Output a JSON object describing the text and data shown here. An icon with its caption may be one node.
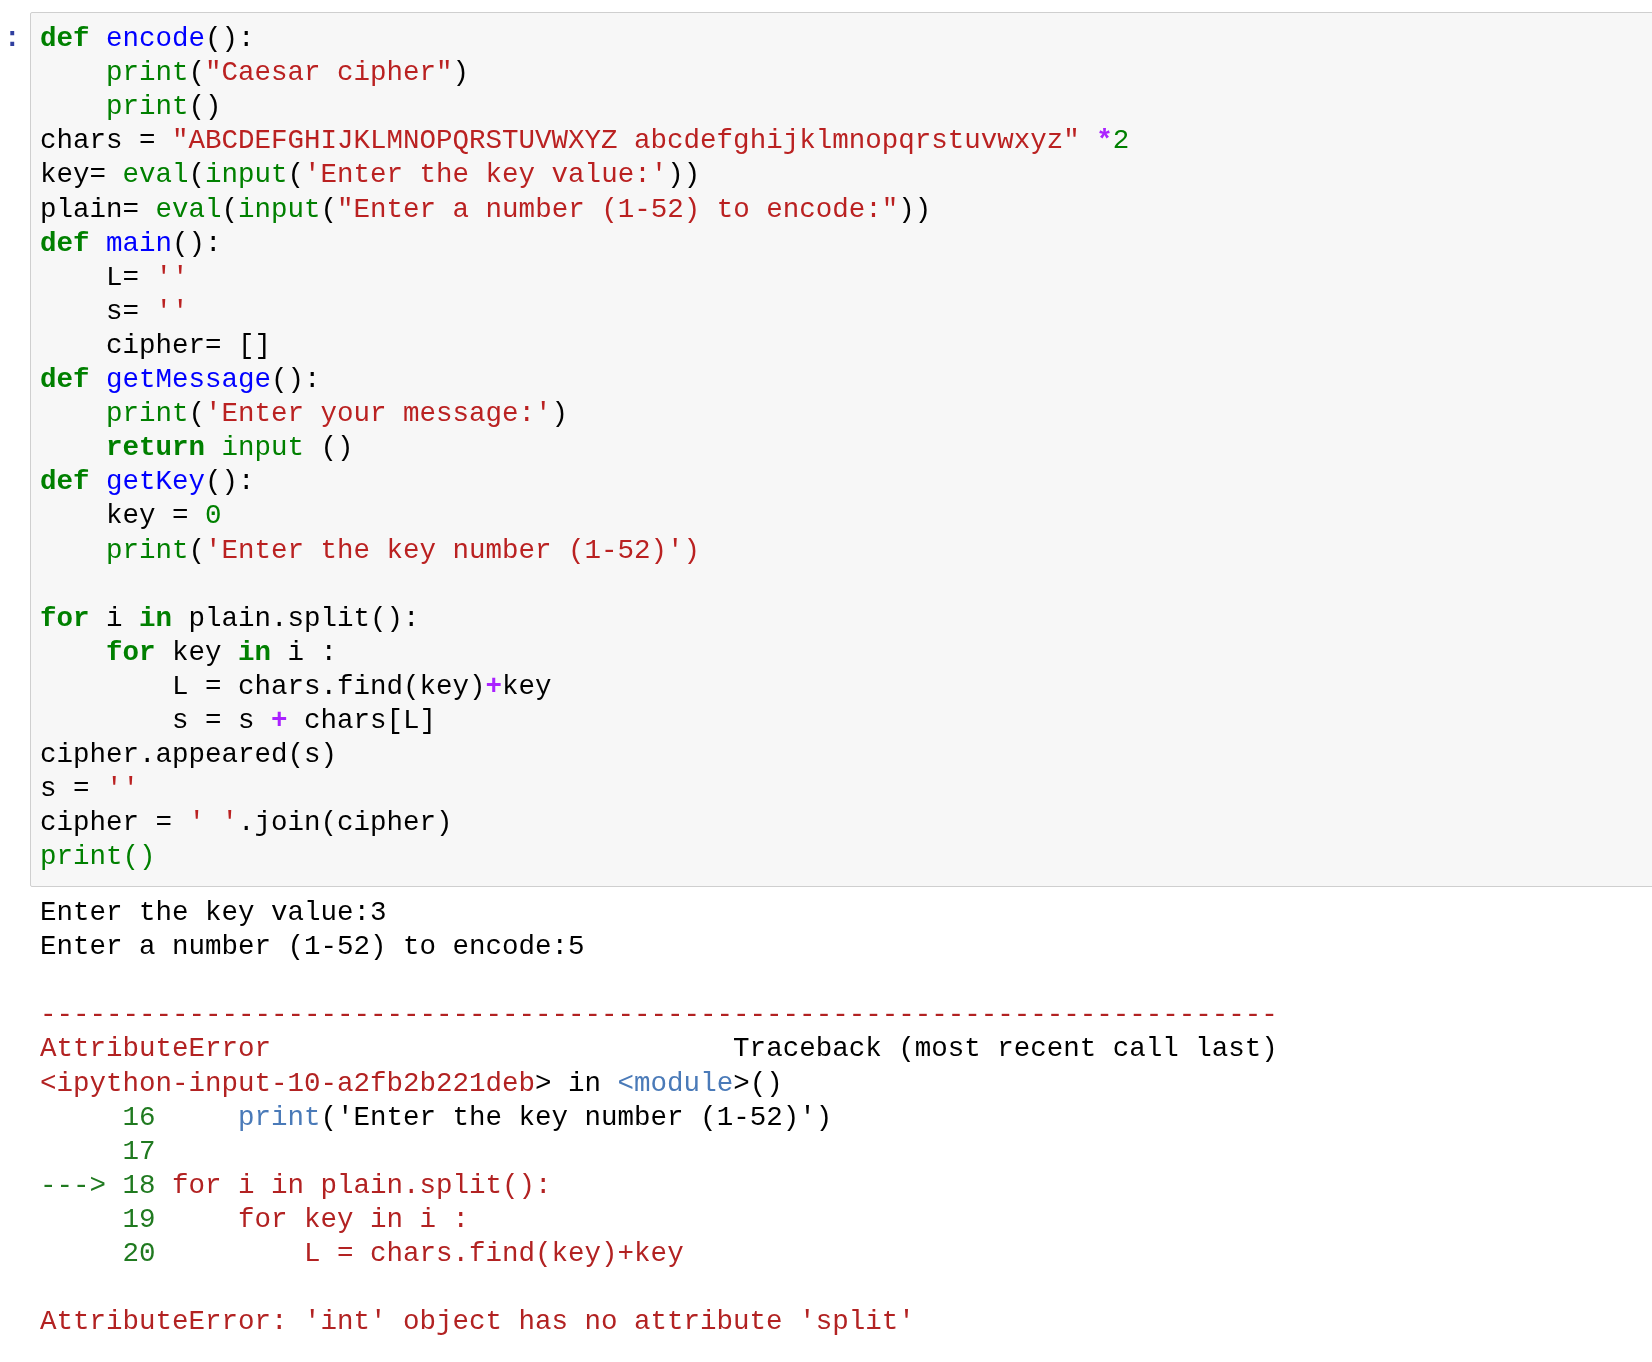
{
  "diagram": {
    "labels": [
      ":",
      "def encode():",
      "    print(\"Caesar cipher\")",
      "    print()",
      "chars = \"ABCDEFGHIJKLMNOPQRSTUVWXYZ abcdefghijklmnopqrstuvwxyz\" *2",
      "key= eval(input('Enter the key value:'))",
      "plain= eval(input(\"Enter a number (1-52) to encode:\"))",
      "def main():",
      "    L= ''",
      "    s= ''",
      "    cipher= []",
      "def getMessage():",
      "    print('Enter your message:')",
      "    return input ()",
      "def getKey():",
      "    key = 0",
      "    print('Enter the key number (1-52)')",
      "for i in plain.split():",
      "    for key in i :",
      "        L = chars.find(key)+key",
      "        s = s + chars[L]",
      "cipher.appeared(s)",
      "s = ''",
      "cipher = ' '.join(cipher)",
      "print()",
      "Enter the key value:3",
      "Enter a number (1-52) to encode:5",
      "---------------------------------------------------------------------------",
      "AttributeError                            Traceback (most recent call last)",
      "<ipython-input-10-a2fb2b221deb> in <module>()",
      "     16     print('Enter the key number (1-52)')",
      "     17",
      "---> 18 for i in plain.split():",
      "     19     for key in i :",
      "     20         L = chars.find(key)+key",
      "AttributeError: 'int' object has no attribute 'split'"
    ]
  }
}
